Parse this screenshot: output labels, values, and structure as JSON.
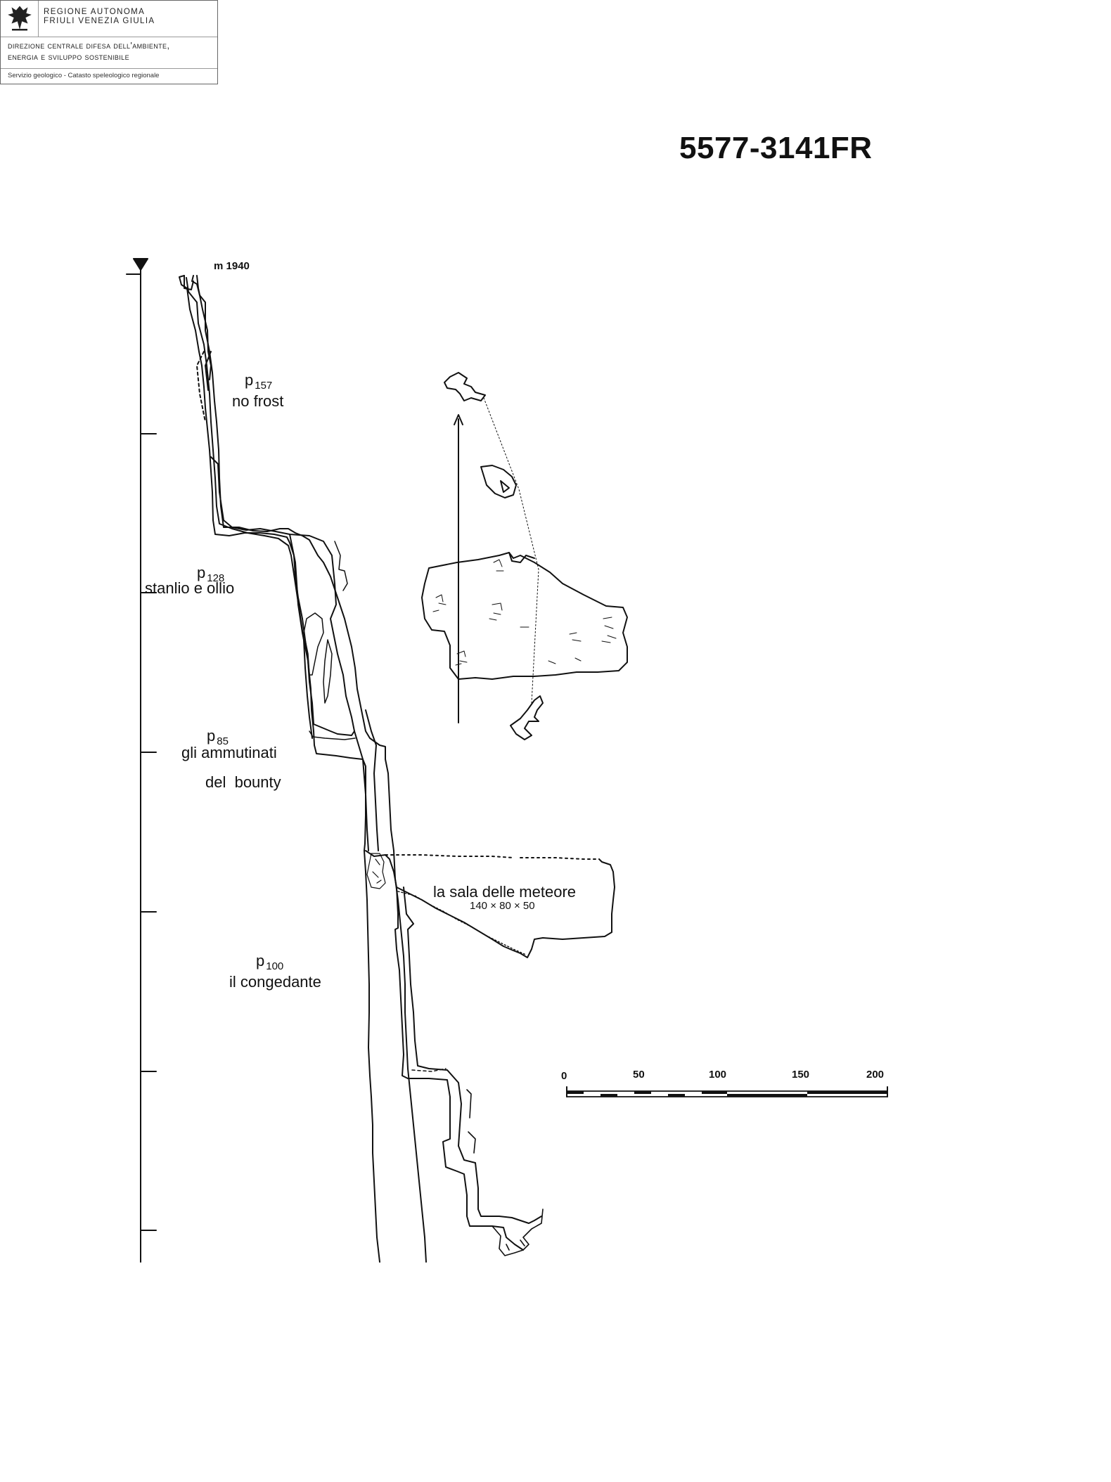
{
  "header": {
    "region_line1": "REGIONE AUTONOMA",
    "region_line2": "FRIULI VENEZIA GIULIA",
    "directorate_line1": "direzione centrale difesa dell'ambiente,",
    "directorate_line2": "energia e sviluppo sostenibile",
    "service": "Servizio geologico - Catasto speleologico regionale",
    "logo_icon": "eagle-logo-icon"
  },
  "cave_code": "5577-3141FR",
  "elevation_label": "m 1940",
  "pitches": [
    {
      "name": "p",
      "depth": "157",
      "title": "no frost"
    },
    {
      "name": "p",
      "depth": "128",
      "title": "stanlio e ollio"
    },
    {
      "name": "p",
      "depth": "85",
      "title": "gli ammutinati",
      "title2": "del  bounty"
    },
    {
      "name": "p",
      "depth": "100",
      "title": "il congedante"
    }
  ],
  "chamber": {
    "title": "la sala delle meteore",
    "dimensions": "140 × 80 × 50"
  },
  "scale_bar": {
    "ticks": [
      "0",
      "50",
      "100",
      "150",
      "200"
    ]
  },
  "colors": {
    "ink": "#111111",
    "border": "#666666"
  }
}
